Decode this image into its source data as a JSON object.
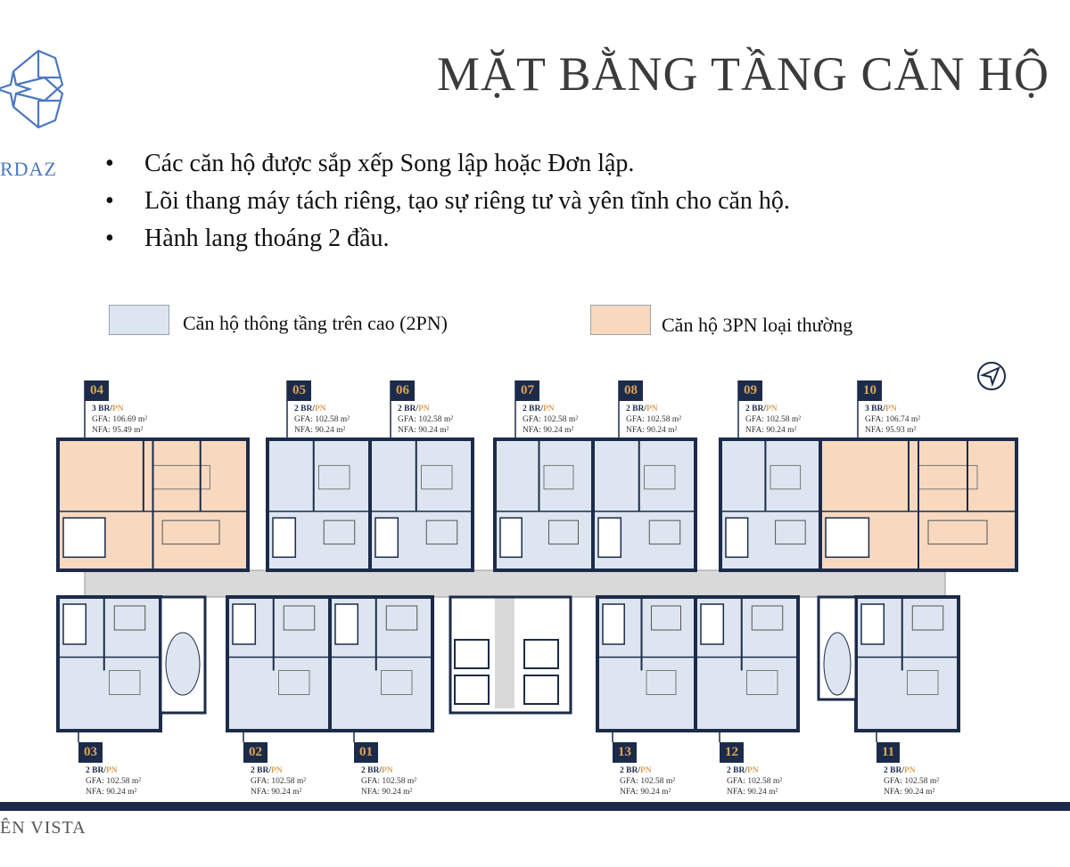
{
  "header": {
    "title": "MẶT BẰNG TẦNG CĂN HỘ",
    "logo_text": "RDAZ"
  },
  "bullets": [
    "Các căn hộ được sắp xếp Song lập hoặc Đơn lập.",
    "Lõi thang máy tách riêng, tạo sự riêng tư và yên tĩnh cho căn hộ.",
    "Hành lang thoáng 2 đầu."
  ],
  "bullet_symbol": "•",
  "legend": [
    {
      "label": "Căn hộ thông tầng trên cao (2PN)",
      "color": "#dde6f0"
    },
    {
      "label": "Căn hộ 3PN loại thường",
      "color": "#f8d9bf"
    }
  ],
  "units": [
    {
      "id": "04",
      "br": "3 BR/",
      "pn": "PN",
      "gfa": "GFA: 106.69 m²",
      "nfa": "NFA: 95.49 m²",
      "type": "3pn"
    },
    {
      "id": "05",
      "br": "2 BR/",
      "pn": "PN",
      "gfa": "GFA: 102.58 m²",
      "nfa": "NFA: 90.24 m²",
      "type": "2pn"
    },
    {
      "id": "06",
      "br": "2 BR/",
      "pn": "PN",
      "gfa": "GFA: 102.58 m²",
      "nfa": "NFA: 90.24 m²",
      "type": "2pn"
    },
    {
      "id": "07",
      "br": "2 BR/",
      "pn": "PN",
      "gfa": "GFA: 102.58 m²",
      "nfa": "NFA: 90.24 m²",
      "type": "2pn"
    },
    {
      "id": "08",
      "br": "2 BR/",
      "pn": "PN",
      "gfa": "GFA: 102.58 m²",
      "nfa": "NFA: 90.24 m²",
      "type": "2pn"
    },
    {
      "id": "09",
      "br": "2 BR/",
      "pn": "PN",
      "gfa": "GFA: 102.58 m²",
      "nfa": "NFA: 90.24 m²",
      "type": "2pn"
    },
    {
      "id": "10",
      "br": "3 BR/",
      "pn": "PN",
      "gfa": "GFA: 106.74 m²",
      "nfa": "NFA: 95.93 m²",
      "type": "3pn"
    },
    {
      "id": "03",
      "br": "2 BR/",
      "pn": "PN",
      "gfa": "GFA: 102.58 m²",
      "nfa": "NFA: 90.24 m²",
      "type": "2pn"
    },
    {
      "id": "02",
      "br": "2 BR/",
      "pn": "PN",
      "gfa": "GFA: 102.58 m²",
      "nfa": "NFA: 90.24 m²",
      "type": "2pn"
    },
    {
      "id": "01",
      "br": "2 BR/",
      "pn": "PN",
      "gfa": "GFA: 102.58 m²",
      "nfa": "NFA: 90.24 m²",
      "type": "2pn"
    },
    {
      "id": "13",
      "br": "2 BR/",
      "pn": "PN",
      "gfa": "GFA: 102.58 m²",
      "nfa": "NFA: 90.24 m²",
      "type": "2pn"
    },
    {
      "id": "12",
      "br": "2 BR/",
      "pn": "PN",
      "gfa": "GFA: 102.58 m²",
      "nfa": "NFA: 90.24 m²",
      "type": "2pn"
    },
    {
      "id": "11",
      "br": "2 BR/",
      "pn": "PN",
      "gfa": "GFA: 102.58 m²",
      "nfa": "NFA: 90.24 m²",
      "type": "2pn"
    }
  ],
  "colors": {
    "navy": "#1c2b4a",
    "gold": "#d9a35a",
    "corridor": "#d9d9d9",
    "wall": "#1c2b4a"
  },
  "footer": {
    "brand": "ÊN VISTA"
  }
}
